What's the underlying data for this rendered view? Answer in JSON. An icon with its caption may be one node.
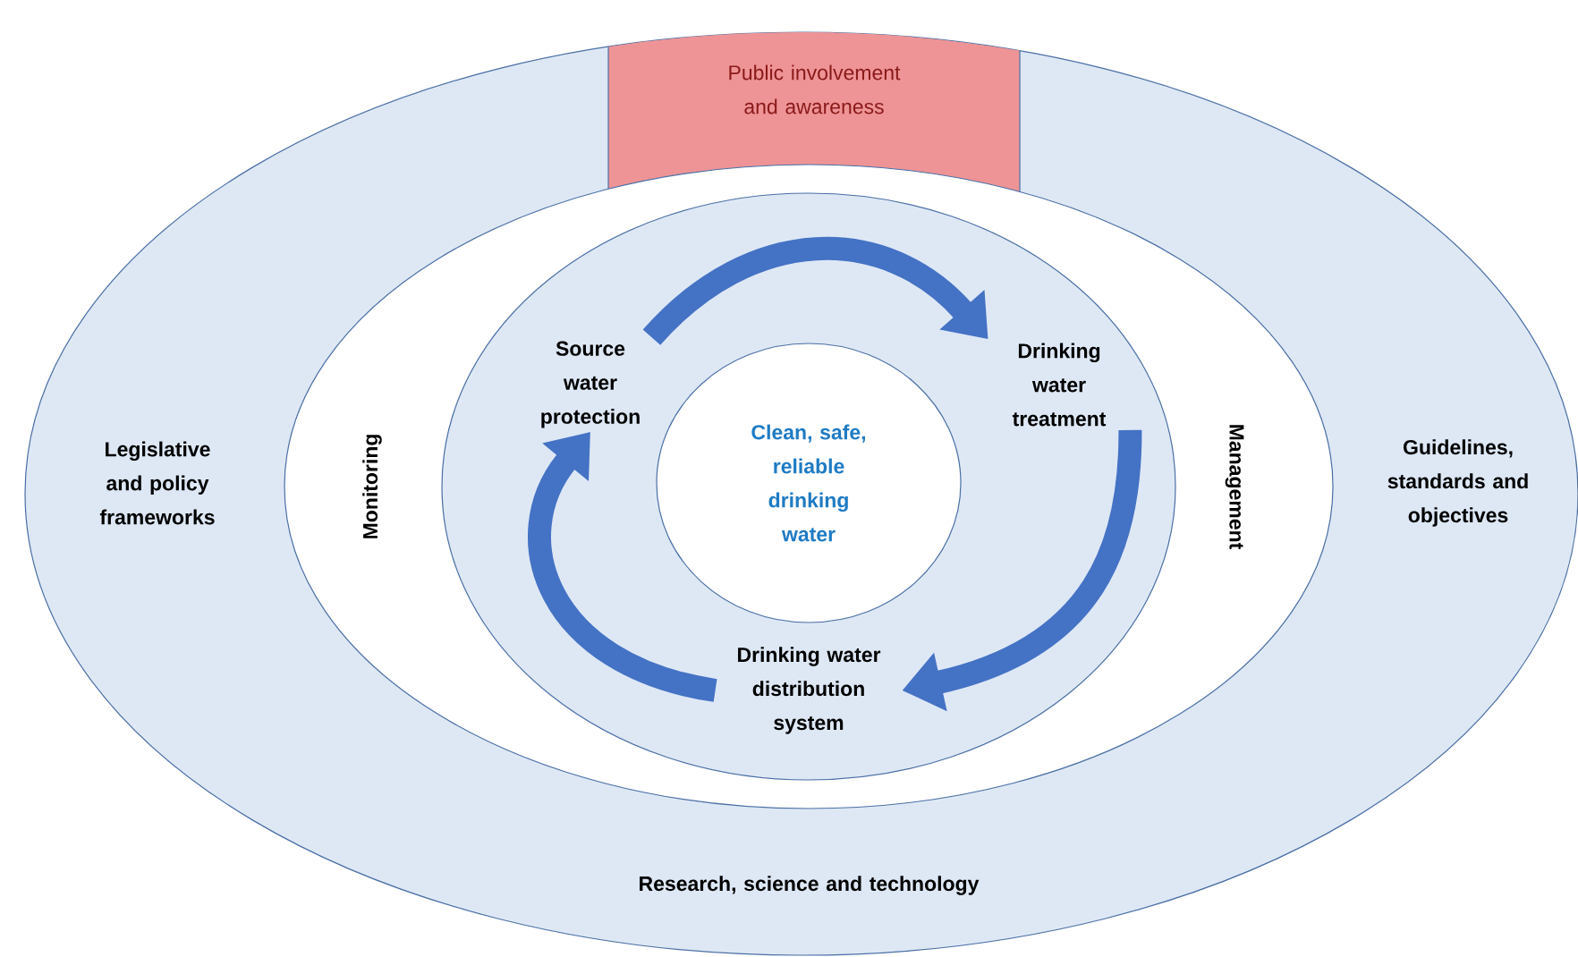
{
  "diagram": {
    "nodes": [
      {
        "text": [
          "Legislative and policy frameworks",
          "Guidelines, standards and objectives",
          "Research, science and technology"
        ]
      },
      {
        "text": [
          "Public involvement and awareness"
        ],
        "in": 0
      },
      {
        "text": [
          "Monitoring",
          "Management"
        ],
        "in": 0
      },
      {
        "text": [],
        "shape": "ellipse",
        "in": 2
      },
      {
        "text": [
          "Source water protection"
        ],
        "in": 3
      },
      {
        "text": [
          "Drinking water treatment"
        ],
        "in": 3
      },
      {
        "text": [
          "Drinking water distribution system"
        ],
        "in": 3
      },
      {
        "text": [
          "Clean, safe, reliable drinking water"
        ],
        "in": 3
      }
    ],
    "edges": [
      {
        "from": 4,
        "to": 5,
        "arrow": "to"
      },
      {
        "from": 5,
        "to": 6,
        "arrow": "to"
      },
      {
        "from": 6,
        "to": 4,
        "arrow": "to"
      }
    ]
  }
}
